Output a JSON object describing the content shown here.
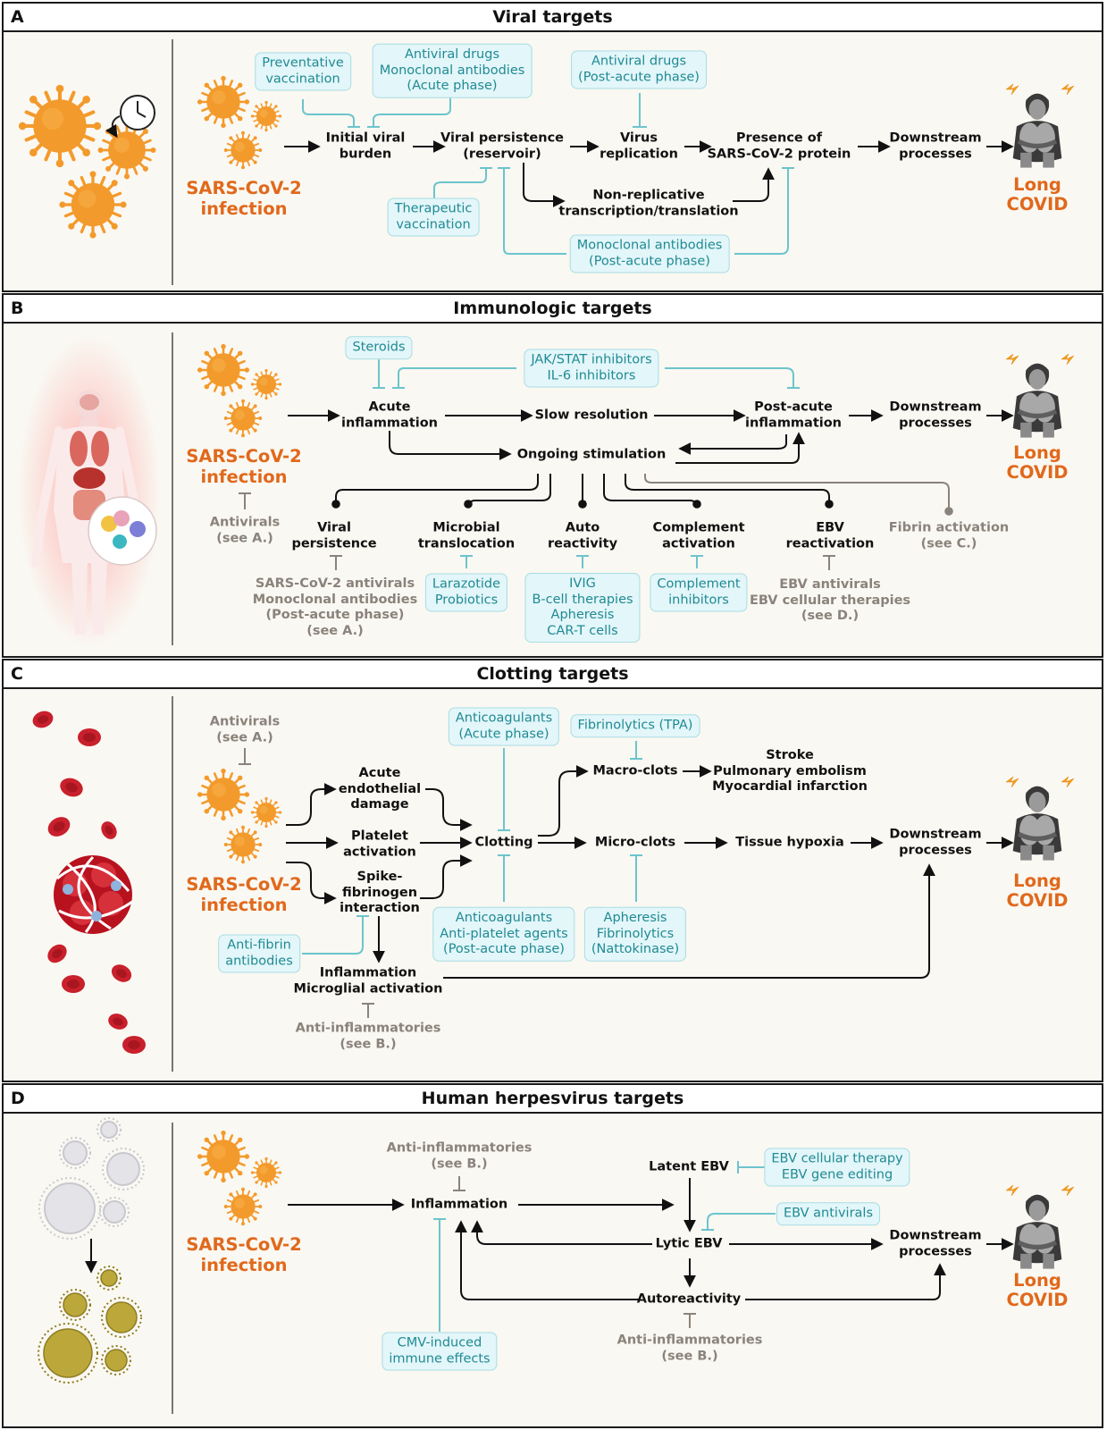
{
  "panels": {
    "a": {
      "letter": "A",
      "title": "Viral targets",
      "sars": "SARS-CoV-2\ninfection",
      "long_covid": "Long\nCOVID",
      "nodes": {
        "initial": "Initial viral\nburden",
        "persistence": "Viral persistence\n(reservoir)",
        "replication": "Virus\nreplication",
        "protein": "Presence of\nSARS-CoV-2 protein",
        "downstream": "Downstream\nprocesses",
        "nonrep": "Non-replicative\ntranscription/translation"
      },
      "therapies": {
        "prevvacc": "Preventative\nvaccination",
        "antiviral_acute": "Antiviral drugs\nMonoclonal antibodies\n(Acute phase)",
        "antiviral_post": "Antiviral drugs\n(Post-acute phase)",
        "therapvacc": "Therapeutic\nvaccination",
        "mab_post": "Monoclonal antibodies\n(Post-acute phase)"
      }
    },
    "b": {
      "letter": "B",
      "title": "Immunologic targets",
      "sars": "SARS-CoV-2\ninfection",
      "long_covid": "Long\nCOVID",
      "nodes": {
        "acute": "Acute\ninflammation",
        "slow": "Slow resolution",
        "postacute": "Post-acute\ninflammation",
        "downstream": "Downstream\nprocesses",
        "ongoing": "Ongoing stimulation",
        "viralpers": "Viral\npersistence",
        "microbial": "Microbial\ntranslocation",
        "autoreact": "Auto\nreactivity",
        "complement": "Complement\nactivation",
        "ebv": "EBV\nreactivation"
      },
      "therapies": {
        "steroids": "Steroids",
        "jak": "JAK/STAT inhibitors\nIL-6 inhibitors",
        "larazotide": "Larazotide\nProbiotics",
        "ivig": "IVIG\nB-cell therapies\nApheresis\nCAR-T cells",
        "compinh": "Complement\ninhibitors"
      },
      "refs": {
        "antivirals": "Antivirals\n(see A.)",
        "sarsantivirals": "SARS-CoV-2 antivirals\nMonoclonal antibodies\n(Post-acute phase)\n(see A.)",
        "ebvantivirals": "EBV antivirals\nEBV cellular therapies\n(see D.)",
        "fibrin": "Fibrin activation\n(see C.)"
      }
    },
    "c": {
      "letter": "C",
      "title": "Clotting targets",
      "sars": "SARS-CoV-2\ninfection",
      "long_covid": "Long\nCOVID",
      "nodes": {
        "endothelial": "Acute\nendothelial\ndamage",
        "platelet": "Platelet\nactivation",
        "spike": "Spike-\nfibrinogen\ninteraction",
        "clotting": "Clotting",
        "macro": "Macro-clots",
        "outcomes": "Stroke\nPulmonary embolism\nMyocardial infarction",
        "micro": "Micro-clots",
        "hypoxia": "Tissue hypoxia",
        "downstream": "Downstream\nprocesses",
        "inflammation": "Inflammation\nMicroglial activation"
      },
      "therapies": {
        "anticoag_acute": "Anticoagulants\n(Acute phase)",
        "fibrinolytics": "Fibrinolytics (TPA)",
        "anticoag_post": "Anticoagulants\nAnti-platelet agents\n(Post-acute phase)",
        "apheresis": "Apheresis\nFibrinolytics\n(Nattokinase)",
        "antifibrin": "Anti-fibrin\nantibodies"
      },
      "refs": {
        "antivirals": "Antivirals\n(see A.)",
        "antiinflam": "Anti-inflammatories\n(see B.)"
      }
    },
    "d": {
      "letter": "D",
      "title": "Human herpesvirus targets",
      "sars": "SARS-CoV-2\ninfection",
      "long_covid": "Long\nCOVID",
      "nodes": {
        "inflammation": "Inflammation",
        "latent": "Latent EBV",
        "lytic": "Lytic EBV",
        "autoreact": "Autoreactivity",
        "downstream": "Downstream\nprocesses"
      },
      "therapies": {
        "ebvcell": "EBV cellular therapy\nEBV gene editing",
        "ebvantivirals": "EBV antivirals",
        "cmv": "CMV-induced\nimmune effects"
      },
      "refs": {
        "antiinflam_top": "Anti-inflammatories\n(see B.)",
        "antiinflam_bottom": "Anti-inflammatories\n(see B.)"
      }
    }
  },
  "colors": {
    "sars_orange": "#e0691c",
    "virus_orange": "#f39a2c",
    "therapy_teal_text": "#1f8a94",
    "therapy_teal_line": "#6cc4cd",
    "therapy_box_fill": "#e3f6f9",
    "reference_gray": "#8a837b",
    "rbc_red": "#c8202c",
    "herpes_olive": "#bca83a",
    "panel_background": "#faf8f2"
  },
  "icons": [
    "virus-icon",
    "clock-icon",
    "person-icon",
    "lightning-icon",
    "body-icon",
    "red-blood-cell-icon",
    "blood-clot-icon",
    "herpesvirus-icon"
  ]
}
